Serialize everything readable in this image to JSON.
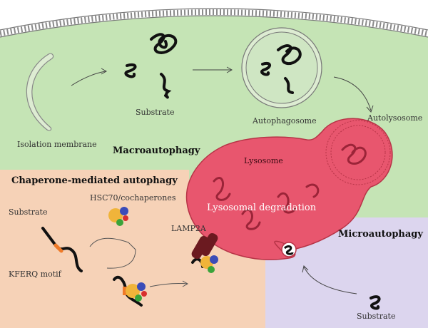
{
  "labels": {
    "isolation_membrane": "Isolation membrane",
    "substrate_macro": "Substrate",
    "autophagosome": "Autophagosome",
    "autolysosome": "Autolysosome",
    "lysosome": "Lysosome",
    "lysosomal_degradation": "Lysosomal degradation",
    "hsc70": "HSC70/cochaperones",
    "substrate_cma": "Substrate",
    "kferq": "KFERQ motif",
    "lamp2a": "LAMP2A",
    "substrate_micro": "Substrate"
  },
  "titles": {
    "macroautophagy": "Macroautophagy",
    "cma": "Chaperone-mediated autophagy",
    "microautophagy": "Microautophagy"
  },
  "colors": {
    "macro_bg": "#c5e4b5",
    "cma_bg": "#f6d2b7",
    "micro_bg": "#dcd5ee",
    "lysosome": "#e8566e",
    "lysosome_dark": "#b73447",
    "chaperone_yellow": "#f0b43a",
    "chaperone_blue": "#3b4cb8",
    "chaperone_green": "#3aa33a",
    "chaperone_red": "#d8302e",
    "kferq_orange": "#ef7a28",
    "lamp2a": "#6b1a20"
  }
}
